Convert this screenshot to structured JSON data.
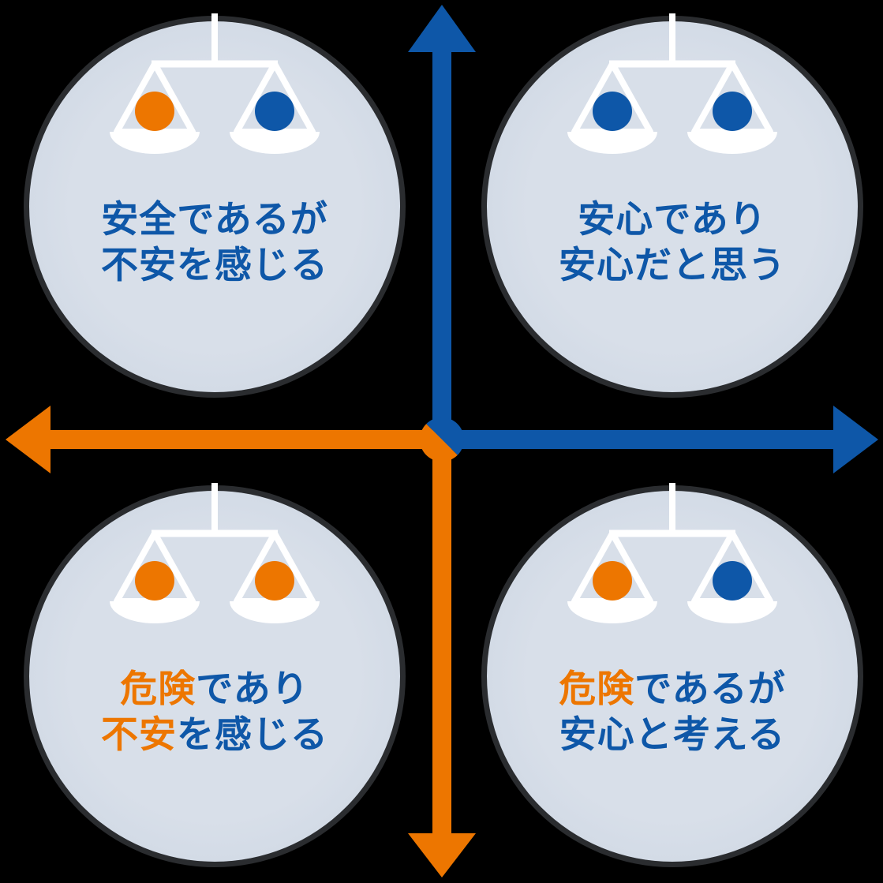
{
  "figure": {
    "type": "quadrant-diagram",
    "background": "#000000",
    "colors": {
      "blue": "#0e57a8",
      "orange": "#ed7600",
      "circle_fill": "#d3dce8",
      "scale_white": "#ffffff"
    },
    "axes": {
      "up_arrow_color": "blue",
      "right_arrow_color": "blue",
      "left_arrow_color": "orange",
      "down_arrow_color": "orange",
      "center_split": "blue upper-right half, orange lower-left half"
    },
    "quadrants": [
      {
        "position": "top-left",
        "icon": "balance-scale",
        "scale": {
          "left_ball": "orange",
          "right_ball": "blue"
        },
        "lines": [
          [
            {
              "text": "安全であるが",
              "color": "blue"
            }
          ],
          [
            {
              "text": "不安を感じる",
              "color": "blue"
            }
          ]
        ]
      },
      {
        "position": "top-right",
        "icon": "balance-scale",
        "scale": {
          "left_ball": "blue",
          "right_ball": "blue"
        },
        "lines": [
          [
            {
              "text": "安心であり",
              "color": "blue"
            }
          ],
          [
            {
              "text": "安心だと思う",
              "color": "blue"
            }
          ]
        ]
      },
      {
        "position": "bottom-left",
        "icon": "balance-scale",
        "scale": {
          "left_ball": "orange",
          "right_ball": "orange"
        },
        "lines": [
          [
            {
              "text": "危険",
              "color": "orange"
            },
            {
              "text": "であり",
              "color": "blue"
            }
          ],
          [
            {
              "text": "不安",
              "color": "orange"
            },
            {
              "text": "を感じる",
              "color": "blue"
            }
          ]
        ]
      },
      {
        "position": "bottom-right",
        "icon": "balance-scale",
        "scale": {
          "left_ball": "orange",
          "right_ball": "blue"
        },
        "lines": [
          [
            {
              "text": "危険",
              "color": "orange"
            },
            {
              "text": "であるが",
              "color": "blue"
            }
          ],
          [
            {
              "text": "安心と考える",
              "color": "blue"
            }
          ]
        ]
      }
    ]
  }
}
